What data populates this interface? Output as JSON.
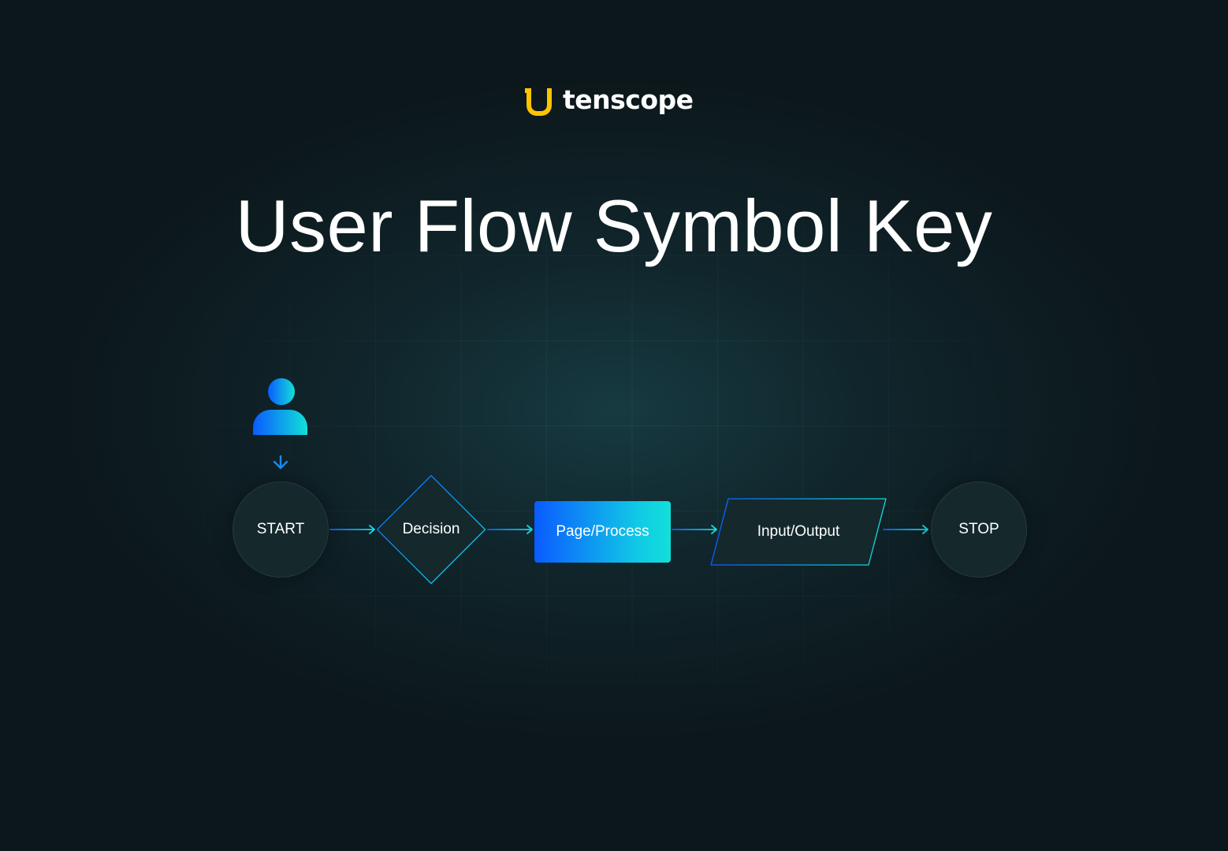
{
  "brand": {
    "name": "tenscope",
    "mark_icon": "tenscope-logo-icon",
    "mark_color": "#ffc300"
  },
  "title": "User Flow Symbol Key",
  "colors": {
    "background": "#0c171b",
    "accent_blue": "#0a5bff",
    "accent_cyan": "#12e0d8",
    "node_fill": "#15292d",
    "text": "#ffffff"
  },
  "flow": {
    "actor_icon": "user-icon",
    "entry_arrow_icon": "arrow-down-icon",
    "connector_icon": "arrow-right-icon",
    "nodes": [
      {
        "shape": "circle",
        "label": "START"
      },
      {
        "shape": "diamond",
        "label": "Decision"
      },
      {
        "shape": "rectangle",
        "label": "Page/Process"
      },
      {
        "shape": "parallelogram",
        "label": "Input/Output"
      },
      {
        "shape": "circle",
        "label": "STOP"
      }
    ]
  }
}
